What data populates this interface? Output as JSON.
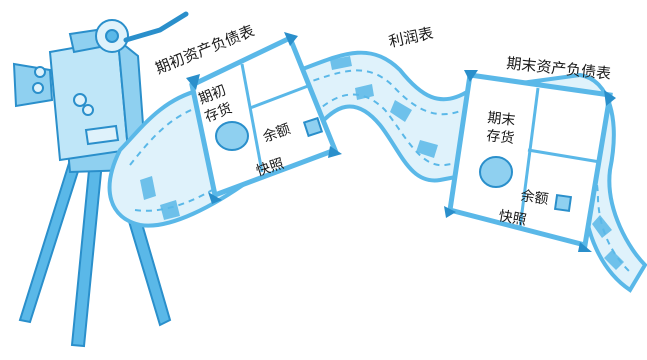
{
  "labels": {
    "opening_balance_sheet": "期初资产负债表",
    "income_statement": "利润表",
    "closing_balance_sheet": "期末资产负债表"
  },
  "frame_left": {
    "inventory": [
      "期初",
      "存货"
    ],
    "balance": "余额",
    "snapshot": "快照"
  },
  "frame_right": {
    "inventory": [
      "期末",
      "存货"
    ],
    "balance": "余额",
    "snapshot": "快照"
  },
  "colors": {
    "film_blue": "#5ab8e8",
    "film_fill": "#dff2fb",
    "outline": "#2a8fcb",
    "ink": "#1a1a1a"
  }
}
